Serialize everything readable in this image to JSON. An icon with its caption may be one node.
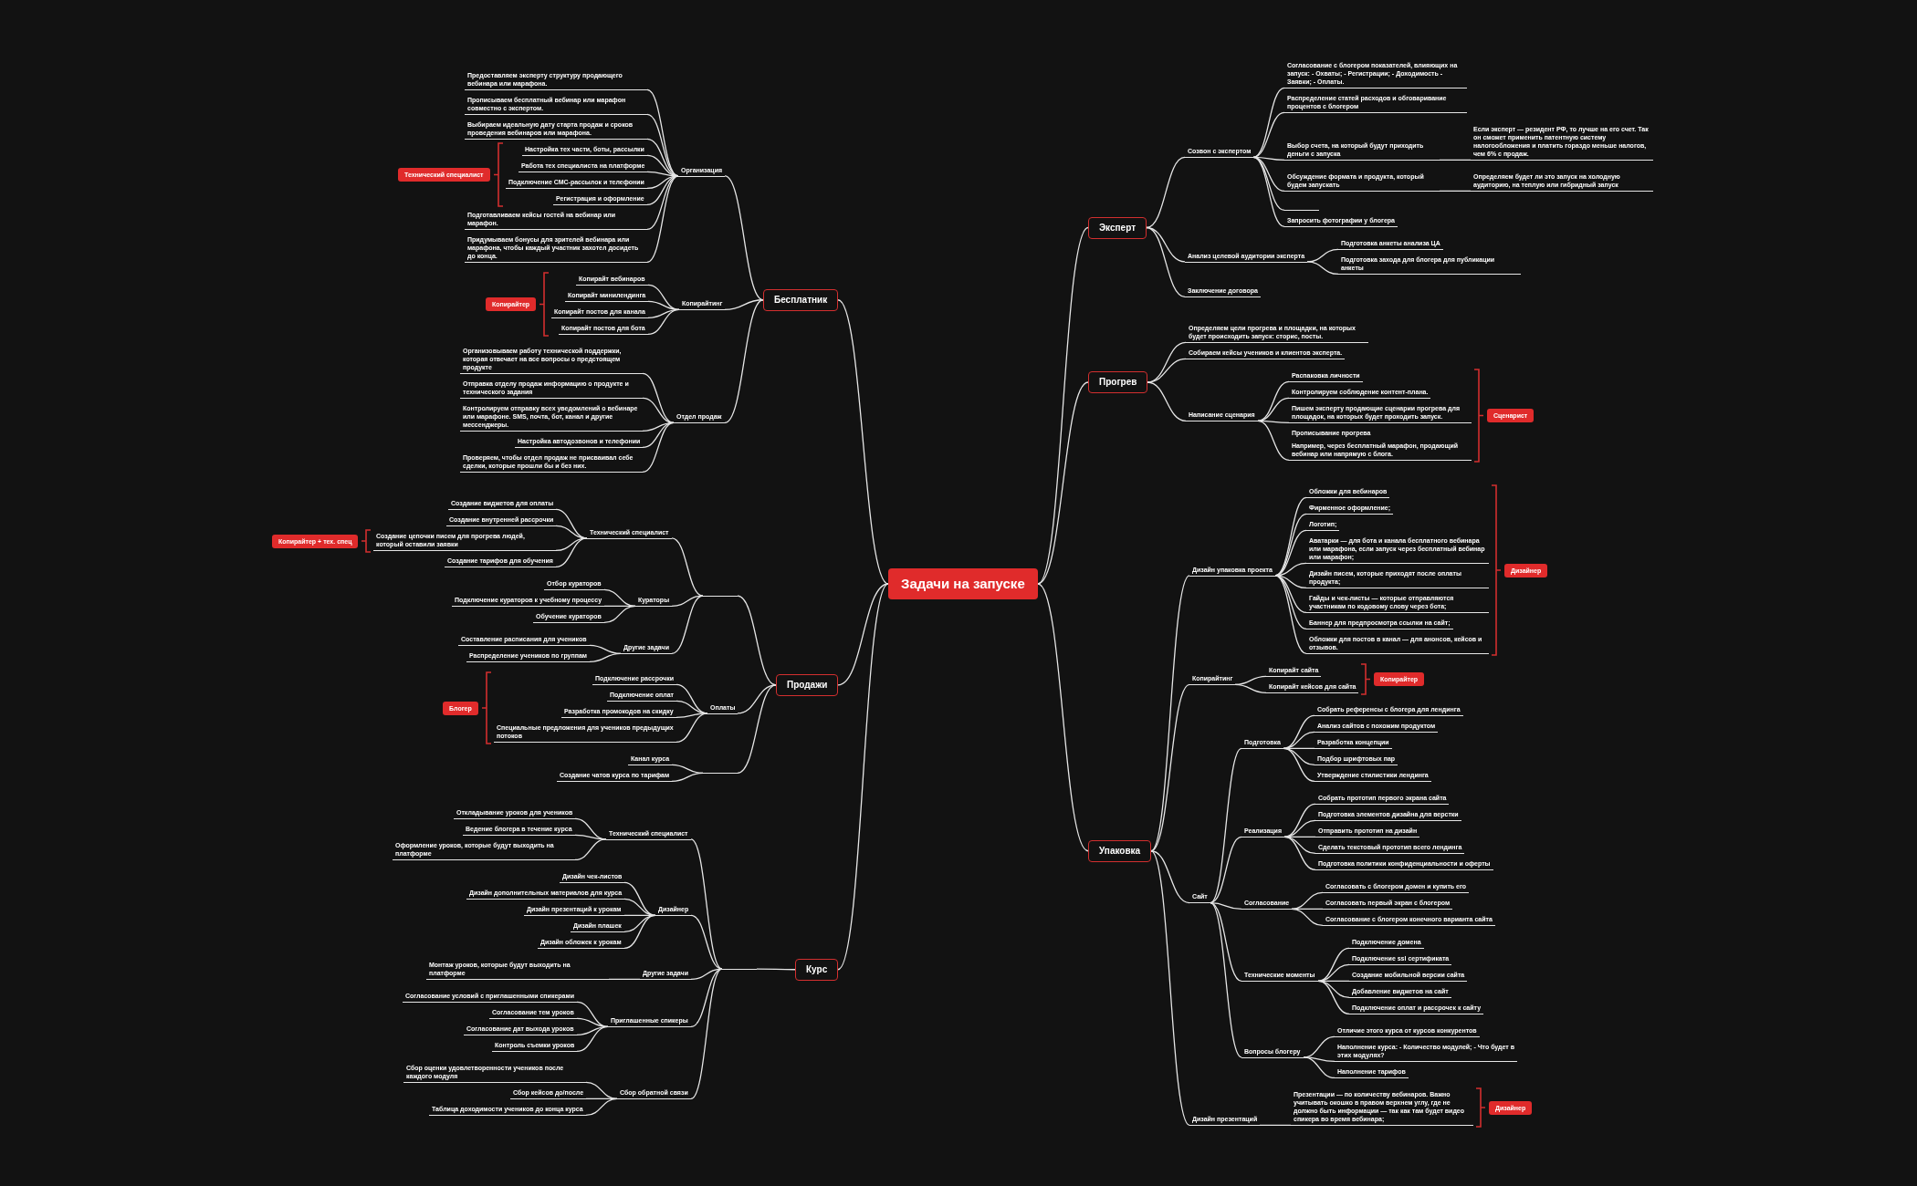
{
  "diagram": {
    "nodes": [
      {
        "text": [
          "Задачи на запуске"
        ]
      },
      {
        "text": [
          "Бесплатник"
        ]
      },
      {
        "text": [
          "Организация"
        ]
      },
      {
        "text": [
          "Предоставляем эксперту структуру продающего вебинара или марафона."
        ]
      },
      {
        "text": [
          "Прописываем бесплатный вебинар или марафон совместно с экспертом."
        ]
      },
      {
        "text": [
          "Выбираем идеальную дату старта продаж и сроков проведения вебинаров или марафона."
        ]
      },
      {
        "text": [
          "Настройка тех части, боты, рассылки"
        ]
      },
      {
        "text": [
          "Работа тех специалиста на платформе"
        ]
      },
      {
        "text": [
          "Подключение СМС-рассылок и телефонии"
        ]
      },
      {
        "text": [
          "Регистрация и оформление"
        ]
      },
      {
        "text": [
          "Подготавливаем кейсы гостей на вебинар или марафон."
        ]
      },
      {
        "text": [
          "Придумываем бонусы для зрителей вебинара или марафона, чтобы каждый участник захотел досидеть до конца."
        ]
      },
      {
        "text": [
          "Технический специалист"
        ]
      },
      {
        "text": [
          "Копирайтинг"
        ]
      },
      {
        "text": [
          "Копирайт вебинаров"
        ]
      },
      {
        "text": [
          "Копирайт минилендинга"
        ]
      },
      {
        "text": [
          "Копирайт постов для канала"
        ]
      },
      {
        "text": [
          "Копирайт постов для бота"
        ]
      },
      {
        "text": [
          "Копирайтер"
        ]
      },
      {
        "text": [
          "Отдел продаж"
        ]
      },
      {
        "text": [
          "Организовываем работу технической поддержки, которая отвечает на все вопросы о предстоящем продукте"
        ]
      },
      {
        "text": [
          "Отправка отделу продаж информацию о продукте и технического задания"
        ]
      },
      {
        "text": [
          "Контролируем отправку всех уведомлений о вебинаре или марафоне. SMS, почта, бот, канал и другие мессенджеры."
        ]
      },
      {
        "text": [
          "Настройка автодозвонов и телефонии"
        ]
      },
      {
        "text": [
          "Проверяем, чтобы отдел продаж не присваивал себе сделки, которые прошли бы и без них."
        ]
      },
      {
        "text": [
          "Продажи"
        ]
      },
      {
        "text": [],
        "shape": "bar"
      },
      {
        "text": [
          "Технический специалист"
        ]
      },
      {
        "text": [
          "Создание виджетов для оплаты"
        ]
      },
      {
        "text": [
          "Создание внутренней рассрочки"
        ]
      },
      {
        "text": [
          "Создание цепочки писем для прогрева людей, который оставили заявки"
        ]
      },
      {
        "text": [
          "Создание тарифов для обучения"
        ]
      },
      {
        "text": [
          "Копирайтер + тех. спец"
        ]
      },
      {
        "text": [
          "Кураторы"
        ]
      },
      {
        "text": [
          "Отбор кураторов"
        ]
      },
      {
        "text": [
          "Подключение кураторов к учебному процессу"
        ]
      },
      {
        "text": [
          "Обучение кураторов"
        ]
      },
      {
        "text": [
          "Другие задачи"
        ]
      },
      {
        "text": [
          "Составление расписания для учеников"
        ]
      },
      {
        "text": [
          "Распределение учеников по группам"
        ]
      },
      {
        "text": [
          "Оплаты"
        ]
      },
      {
        "text": [
          "Подключение рассрочки"
        ]
      },
      {
        "text": [
          "Подключение оплат"
        ]
      },
      {
        "text": [
          "Разработка промокодов на скидку"
        ]
      },
      {
        "text": [
          "Специальные предложения для учеников предыдущих потоков"
        ]
      },
      {
        "text": [
          "Блогер"
        ]
      },
      {
        "text": [],
        "shape": "bar"
      },
      {
        "text": [
          "Канал курса"
        ]
      },
      {
        "text": [
          "Создание чатов курса по тарифам"
        ]
      },
      {
        "text": [
          "Курс"
        ]
      },
      {
        "text": [],
        "shape": "bar"
      },
      {
        "text": [
          "Технический специалист"
        ]
      },
      {
        "text": [
          "Откладывание уроков для учеников"
        ]
      },
      {
        "text": [
          "Ведение блогера в течение курса"
        ]
      },
      {
        "text": [
          "Оформление уроков, которые будут выходить на платформе"
        ]
      },
      {
        "text": [
          "Дизайнер"
        ]
      },
      {
        "text": [
          "Дизайн чек-листов"
        ]
      },
      {
        "text": [
          "Дизайн дополнительных материалов для курса"
        ]
      },
      {
        "text": [
          "Дизайн презентаций к урокам"
        ]
      },
      {
        "text": [
          "Дизайн плашек"
        ]
      },
      {
        "text": [
          "Дизайн обложек к урокам"
        ]
      },
      {
        "text": [
          "Другие задачи"
        ]
      },
      {
        "text": [
          "Монтаж уроков, которые будут выходить на платформе"
        ]
      },
      {
        "text": [
          "Приглашенные спикеры"
        ]
      },
      {
        "text": [
          "Согласование условий с приглашенными спикерами"
        ]
      },
      {
        "text": [
          "Согласование тем уроков"
        ]
      },
      {
        "text": [
          "Согласование дат выхода уроков"
        ]
      },
      {
        "text": [
          "Контроль съемки уроков"
        ]
      },
      {
        "text": [
          "Сбор обратной связи"
        ]
      },
      {
        "text": [
          "Сбор оценки удовлетворенности учеников после каждого модуля"
        ]
      },
      {
        "text": [
          "Сбор кейсов до/после"
        ]
      },
      {
        "text": [
          "Таблица доходимости учеников до конца курса"
        ]
      },
      {
        "text": [
          "Эксперт"
        ]
      },
      {
        "text": [
          "Созвон с экспертом"
        ]
      },
      {
        "text": [
          "Согласование с блогером показателей, влияющих на запуск: - Охваты; - Регистрации; - Доходимость - Заявки; - Оплаты."
        ]
      },
      {
        "text": [
          "Распределение статей расходов и обговаривание процентов с блогером"
        ]
      },
      {
        "text": [
          "Выбор счета, на который будут приходить деньги с запуска"
        ]
      },
      {
        "text": [
          "Если эксперт — резидент РФ, то лучше на его счет. Так он сможет применить патентную систему налогообложения и платить гораздо меньше налогов, чем 6% с продаж."
        ]
      },
      {
        "text": [
          "Обсуждение формата и продукта, который будем запускать"
        ]
      },
      {
        "text": [
          "Определяем будет ли это запуск на холодную аудиторию, на теплую или гибридный запуск"
        ]
      },
      {
        "text": [],
        "shape": "bar"
      },
      {
        "text": [
          "Запросить фотографии у блогера"
        ]
      },
      {
        "text": [
          "Анализ целевой аудитории эксперта"
        ]
      },
      {
        "text": [
          "Подготовка анкеты анализа ЦА"
        ]
      },
      {
        "text": [
          "Подготовка захода для блогера для публикации анкеты"
        ]
      },
      {
        "text": [
          "Заключение договора"
        ]
      },
      {
        "text": [
          "Прогрев"
        ]
      },
      {
        "text": [
          "Определяем цели прогрева и площадки, на которых будет происходить запуск: сторис, посты."
        ]
      },
      {
        "text": [
          "Собираем кейсы учеников и клиентов эксперта."
        ]
      },
      {
        "text": [
          "Написание сценария"
        ]
      },
      {
        "text": [
          "Распаковка личности"
        ]
      },
      {
        "text": [
          "Контролируем соблюдение контент-плана."
        ]
      },
      {
        "text": [
          "Пишем эксперту продающие сценарии прогрева для площадок, на которых будет проходить запуск."
        ]
      },
      {
        "text": [
          "Прописывание прогрева",
          "Например, через бесплатный марафон, продающий вебинар или напрямую с блога."
        ]
      },
      {
        "text": [
          "Сценарист"
        ]
      },
      {
        "text": [
          "Упаковка"
        ]
      },
      {
        "text": [
          "Дизайн упаковка проекта"
        ]
      },
      {
        "text": [
          "Обложки для вебинаров"
        ]
      },
      {
        "text": [
          "Фирменное оформление;"
        ]
      },
      {
        "text": [
          "Логотип;"
        ]
      },
      {
        "text": [
          "Аватарки — для бота и канала бесплатного вебинара или марафона, если запуск через бесплатный вебинар или марафон;"
        ]
      },
      {
        "text": [
          "Дизайн писем, которые приходят после оплаты продукта;"
        ]
      },
      {
        "text": [
          "Гайды и чек-листы — которые отправляются участникам по кодовому слову через бота;"
        ]
      },
      {
        "text": [
          "Баннер для предпросмотра ссылки на сайт;"
        ]
      },
      {
        "text": [
          "Обложки для постов в канал — для анонсов, кейсов и отзывов."
        ]
      },
      {
        "text": [
          "Дизайнер"
        ]
      },
      {
        "text": [
          "Копирайтинг"
        ]
      },
      {
        "text": [
          "Копирайт сайта"
        ]
      },
      {
        "text": [
          "Копирайт кейсов для сайта"
        ]
      },
      {
        "text": [
          "Копирайтер"
        ]
      },
      {
        "text": [
          "Сайт"
        ]
      },
      {
        "text": [
          "Подготовка"
        ]
      },
      {
        "text": [
          "Собрать референсы с блогера для лендинга"
        ]
      },
      {
        "text": [
          "Анализ сайтов с похожим продуктом"
        ]
      },
      {
        "text": [
          "Разработка концепции"
        ]
      },
      {
        "text": [
          "Подбор шрифтовых пар"
        ]
      },
      {
        "text": [
          "Утверждение стилистики лендинга"
        ]
      },
      {
        "text": [
          "Реализация"
        ]
      },
      {
        "text": [
          "Собрать прототип первого экрана сайта"
        ]
      },
      {
        "text": [
          "Подготовка элементов дизайна для верстки"
        ]
      },
      {
        "text": [
          "Отправить прототип на дизайн"
        ]
      },
      {
        "text": [
          "Сделать текстовый прототип всего лендинга"
        ]
      },
      {
        "text": [
          "Подготовка политики конфиденциальности и оферты"
        ]
      },
      {
        "text": [
          "Согласование"
        ]
      },
      {
        "text": [
          "Согласовать с блогером домен и купить его"
        ]
      },
      {
        "text": [
          "Согласовать первый экран с блогером"
        ]
      },
      {
        "text": [
          "Согласование с блогером конечного варианта сайта"
        ]
      },
      {
        "text": [
          "Технические моменты"
        ]
      },
      {
        "text": [
          "Подключение домена"
        ]
      },
      {
        "text": [
          "Подключение ssl сертификата"
        ]
      },
      {
        "text": [
          "Создание мобильной версии сайта"
        ]
      },
      {
        "text": [
          "Добавление виджетов на сайт"
        ]
      },
      {
        "text": [
          "Подключение оплат и рассрочек к сайту"
        ]
      },
      {
        "text": [
          "Вопросы блогеру"
        ]
      },
      {
        "text": [
          "Отличие этого курса от курсов конкурентов"
        ]
      },
      {
        "text": [
          "Наполнение курса: - Количество модулей; - Что будет в этих модулях?"
        ]
      },
      {
        "text": [
          "Наполнение тарифов"
        ]
      },
      {
        "text": [
          "Дизайн презентаций"
        ]
      },
      {
        "text": [
          "Презентации — по количеству вебинаров. Важно учитывать окошко в правом верхнем углу, где не должно быть информации — так как там будет видео спикера во время вебинара;"
        ]
      },
      {
        "text": [
          "Дизайнер"
        ]
      }
    ],
    "edges": [
      {
        "from": 0,
        "to": 1,
        "arrow": "none"
      },
      {
        "from": 1,
        "to": 2,
        "arrow": "none"
      },
      {
        "from": 2,
        "to": 3,
        "arrow": "none"
      },
      {
        "from": 2,
        "to": 4,
        "arrow": "none"
      },
      {
        "from": 2,
        "to": 5,
        "arrow": "none"
      },
      {
        "from": 2,
        "to": 6,
        "arrow": "none"
      },
      {
        "from": 2,
        "to": 7,
        "arrow": "none"
      },
      {
        "from": 2,
        "to": 8,
        "arrow": "none"
      },
      {
        "from": 2,
        "to": 9,
        "arrow": "none"
      },
      {
        "from": 2,
        "to": 10,
        "arrow": "none"
      },
      {
        "from": 2,
        "to": 11,
        "arrow": "none"
      },
      {
        "from": 1,
        "to": 13,
        "arrow": "none"
      },
      {
        "from": 13,
        "to": 14,
        "arrow": "none"
      },
      {
        "from": 13,
        "to": 15,
        "arrow": "none"
      },
      {
        "from": 13,
        "to": 16,
        "arrow": "none"
      },
      {
        "from": 13,
        "to": 17,
        "arrow": "none"
      },
      {
        "from": 1,
        "to": 19,
        "arrow": "none"
      },
      {
        "from": 19,
        "to": 20,
        "arrow": "none"
      },
      {
        "from": 19,
        "to": 21,
        "arrow": "none"
      },
      {
        "from": 19,
        "to": 22,
        "arrow": "none"
      },
      {
        "from": 19,
        "to": 23,
        "arrow": "none"
      },
      {
        "from": 19,
        "to": 24,
        "arrow": "none"
      },
      {
        "from": 0,
        "to": 25,
        "arrow": "none"
      },
      {
        "from": 25,
        "to": 26,
        "arrow": "none"
      },
      {
        "from": 26,
        "to": 27,
        "arrow": "none"
      },
      {
        "from": 27,
        "to": 28,
        "arrow": "none"
      },
      {
        "from": 27,
        "to": 29,
        "arrow": "none"
      },
      {
        "from": 27,
        "to": 30,
        "arrow": "none"
      },
      {
        "from": 27,
        "to": 31,
        "arrow": "none"
      },
      {
        "from": 26,
        "to": 33,
        "arrow": "none"
      },
      {
        "from": 33,
        "to": 34,
        "arrow": "none"
      },
      {
        "from": 33,
        "to": 35,
        "arrow": "none"
      },
      {
        "from": 33,
        "to": 36,
        "arrow": "none"
      },
      {
        "from": 26,
        "to": 37,
        "arrow": "none"
      },
      {
        "from": 37,
        "to": 38,
        "arrow": "none"
      },
      {
        "from": 37,
        "to": 39,
        "arrow": "none"
      },
      {
        "from": 25,
        "to": 40,
        "arrow": "none"
      },
      {
        "from": 40,
        "to": 41,
        "arrow": "none"
      },
      {
        "from": 40,
        "to": 42,
        "arrow": "none"
      },
      {
        "from": 40,
        "to": 43,
        "arrow": "none"
      },
      {
        "from": 40,
        "to": 44,
        "arrow": "none"
      },
      {
        "from": 25,
        "to": 46,
        "arrow": "none"
      },
      {
        "from": 46,
        "to": 47,
        "arrow": "none"
      },
      {
        "from": 46,
        "to": 48,
        "arrow": "none"
      },
      {
        "from": 0,
        "to": 49,
        "arrow": "none"
      },
      {
        "from": 49,
        "to": 50,
        "arrow": "none"
      },
      {
        "from": 50,
        "to": 51,
        "arrow": "none"
      },
      {
        "from": 51,
        "to": 52,
        "arrow": "none"
      },
      {
        "from": 51,
        "to": 53,
        "arrow": "none"
      },
      {
        "from": 51,
        "to": 54,
        "arrow": "none"
      },
      {
        "from": 50,
        "to": 55,
        "arrow": "none"
      },
      {
        "from": 55,
        "to": 56,
        "arrow": "none"
      },
      {
        "from": 55,
        "to": 57,
        "arrow": "none"
      },
      {
        "from": 55,
        "to": 58,
        "arrow": "none"
      },
      {
        "from": 55,
        "to": 59,
        "arrow": "none"
      },
      {
        "from": 55,
        "to": 60,
        "arrow": "none"
      },
      {
        "from": 50,
        "to": 61,
        "arrow": "none"
      },
      {
        "from": 61,
        "to": 62,
        "arrow": "none"
      },
      {
        "from": 50,
        "to": 63,
        "arrow": "none"
      },
      {
        "from": 63,
        "to": 64,
        "arrow": "none"
      },
      {
        "from": 63,
        "to": 65,
        "arrow": "none"
      },
      {
        "from": 63,
        "to": 66,
        "arrow": "none"
      },
      {
        "from": 63,
        "to": 67,
        "arrow": "none"
      },
      {
        "from": 50,
        "to": 68,
        "arrow": "none"
      },
      {
        "from": 68,
        "to": 69,
        "arrow": "none"
      },
      {
        "from": 68,
        "to": 70,
        "arrow": "none"
      },
      {
        "from": 68,
        "to": 71,
        "arrow": "none"
      },
      {
        "from": 0,
        "to": 72,
        "arrow": "none"
      },
      {
        "from": 72,
        "to": 73,
        "arrow": "none"
      },
      {
        "from": 73,
        "to": 74,
        "arrow": "none"
      },
      {
        "from": 73,
        "to": 75,
        "arrow": "none"
      },
      {
        "from": 73,
        "to": 76,
        "arrow": "none"
      },
      {
        "from": 76,
        "to": 77,
        "arrow": "none"
      },
      {
        "from": 73,
        "to": 78,
        "arrow": "none"
      },
      {
        "from": 78,
        "to": 79,
        "arrow": "none"
      },
      {
        "from": 73,
        "to": 80,
        "arrow": "none"
      },
      {
        "from": 73,
        "to": 81,
        "arrow": "none"
      },
      {
        "from": 72,
        "to": 82,
        "arrow": "none"
      },
      {
        "from": 82,
        "to": 83,
        "arrow": "none"
      },
      {
        "from": 82,
        "to": 84,
        "arrow": "none"
      },
      {
        "from": 72,
        "to": 85,
        "arrow": "none"
      },
      {
        "from": 0,
        "to": 86,
        "arrow": "none"
      },
      {
        "from": 86,
        "to": 87,
        "arrow": "none"
      },
      {
        "from": 86,
        "to": 88,
        "arrow": "none"
      },
      {
        "from": 86,
        "to": 89,
        "arrow": "none"
      },
      {
        "from": 89,
        "to": 90,
        "arrow": "none"
      },
      {
        "from": 89,
        "to": 91,
        "arrow": "none"
      },
      {
        "from": 89,
        "to": 92,
        "arrow": "none"
      },
      {
        "from": 89,
        "to": 93,
        "arrow": "none"
      },
      {
        "from": 0,
        "to": 95,
        "arrow": "none"
      },
      {
        "from": 95,
        "to": 96,
        "arrow": "none"
      },
      {
        "from": 96,
        "to": 97,
        "arrow": "none"
      },
      {
        "from": 96,
        "to": 98,
        "arrow": "none"
      },
      {
        "from": 96,
        "to": 99,
        "arrow": "none"
      },
      {
        "from": 96,
        "to": 100,
        "arrow": "none"
      },
      {
        "from": 96,
        "to": 101,
        "arrow": "none"
      },
      {
        "from": 96,
        "to": 102,
        "arrow": "none"
      },
      {
        "from": 96,
        "to": 103,
        "arrow": "none"
      },
      {
        "from": 96,
        "to": 104,
        "arrow": "none"
      },
      {
        "from": 95,
        "to": 106,
        "arrow": "none"
      },
      {
        "from": 106,
        "to": 107,
        "arrow": "none"
      },
      {
        "from": 106,
        "to": 108,
        "arrow": "none"
      },
      {
        "from": 95,
        "to": 110,
        "arrow": "none"
      },
      {
        "from": 110,
        "to": 111,
        "arrow": "none"
      },
      {
        "from": 111,
        "to": 112,
        "arrow": "none"
      },
      {
        "from": 111,
        "to": 113,
        "arrow": "none"
      },
      {
        "from": 111,
        "to": 114,
        "arrow": "none"
      },
      {
        "from": 111,
        "to": 115,
        "arrow": "none"
      },
      {
        "from": 111,
        "to": 116,
        "arrow": "none"
      },
      {
        "from": 110,
        "to": 117,
        "arrow": "none"
      },
      {
        "from": 117,
        "to": 118,
        "arrow": "none"
      },
      {
        "from": 117,
        "to": 119,
        "arrow": "none"
      },
      {
        "from": 117,
        "to": 120,
        "arrow": "none"
      },
      {
        "from": 117,
        "to": 121,
        "arrow": "none"
      },
      {
        "from": 117,
        "to": 122,
        "arrow": "none"
      },
      {
        "from": 110,
        "to": 123,
        "arrow": "none"
      },
      {
        "from": 123,
        "to": 124,
        "arrow": "none"
      },
      {
        "from": 123,
        "to": 125,
        "arrow": "none"
      },
      {
        "from": 123,
        "to": 126,
        "arrow": "none"
      },
      {
        "from": 110,
        "to": 127,
        "arrow": "none"
      },
      {
        "from": 127,
        "to": 128,
        "arrow": "none"
      },
      {
        "from": 127,
        "to": 129,
        "arrow": "none"
      },
      {
        "from": 127,
        "to": 130,
        "arrow": "none"
      },
      {
        "from": 127,
        "to": 131,
        "arrow": "none"
      },
      {
        "from": 127,
        "to": 132,
        "arrow": "none"
      },
      {
        "from": 110,
        "to": 133,
        "arrow": "none"
      },
      {
        "from": 133,
        "to": 134,
        "arrow": "none"
      },
      {
        "from": 133,
        "to": 135,
        "arrow": "none"
      },
      {
        "from": 133,
        "to": 136,
        "arrow": "none"
      },
      {
        "from": 95,
        "to": 137,
        "arrow": "none"
      },
      {
        "from": 137,
        "to": 138,
        "arrow": "none"
      }
    ]
  }
}
